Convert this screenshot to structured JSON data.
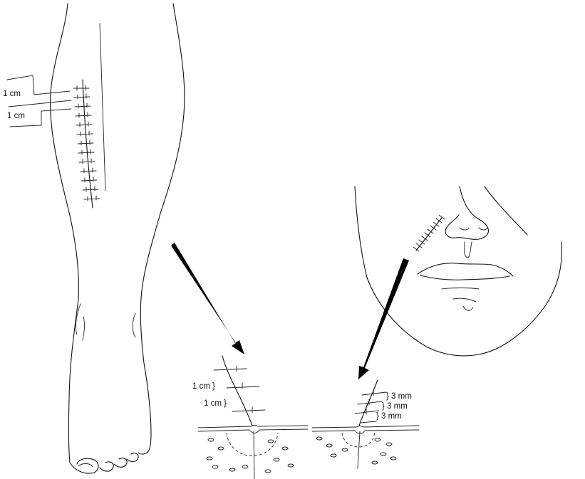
{
  "labels": {
    "leg_spacing_top": "1 cm",
    "leg_spacing_bottom": "1 cm",
    "detail_left_top": "1 cm }",
    "detail_left_bottom": "1 cm }",
    "detail_right_1": "} 3 mm",
    "detail_right_2": "} 3 mm",
    "detail_right_3": "} 3 mm"
  }
}
